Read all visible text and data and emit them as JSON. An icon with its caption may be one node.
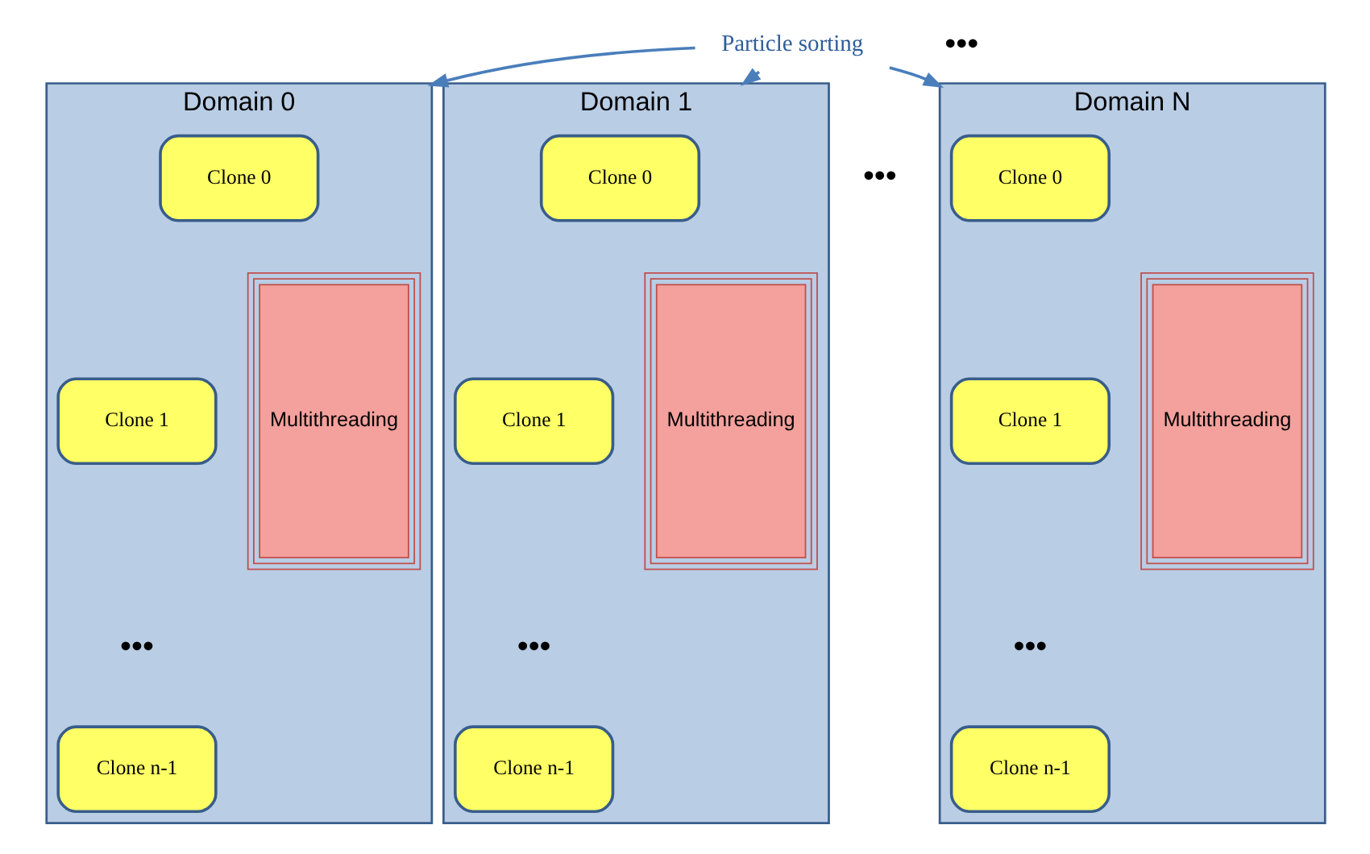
{
  "diagram": {
    "nodes": [
      {
        "text": [
          "Particle sorting"
        ]
      },
      {
        "text": [
          "Domain 0"
        ]
      },
      {
        "text": [
          "Multithreading"
        ],
        "in": 1
      },
      {
        "text": [
          "Clone 0"
        ],
        "in": 1
      },
      {
        "text": [
          "Clone 1"
        ],
        "in": 1
      },
      {
        "text": [
          "Clone n-1"
        ],
        "in": 1
      },
      {
        "text": [
          "Domain 1"
        ]
      },
      {
        "text": [
          "Multithreading"
        ],
        "in": 6
      },
      {
        "text": [
          "Clone 0"
        ],
        "in": 6
      },
      {
        "text": [
          "Clone 1"
        ],
        "in": 6
      },
      {
        "text": [
          "Clone n-1"
        ],
        "in": 6
      },
      {
        "text": [
          "Domain N"
        ]
      },
      {
        "text": [
          "Multithreading"
        ],
        "in": 11
      },
      {
        "text": [
          "Clone 0"
        ],
        "in": 11
      },
      {
        "text": [
          "Clone 1"
        ],
        "in": 11
      },
      {
        "text": [
          "Clone n-1"
        ],
        "in": 11
      }
    ],
    "edges": [
      {
        "from": 0,
        "to": 1,
        "arrow": "to"
      },
      {
        "from": 0,
        "to": 6,
        "arrow": "to"
      },
      {
        "from": 0,
        "to": 11,
        "arrow": "to"
      }
    ],
    "labels": [
      "•••",
      "•••",
      "•••",
      "•••",
      "•••"
    ]
  }
}
